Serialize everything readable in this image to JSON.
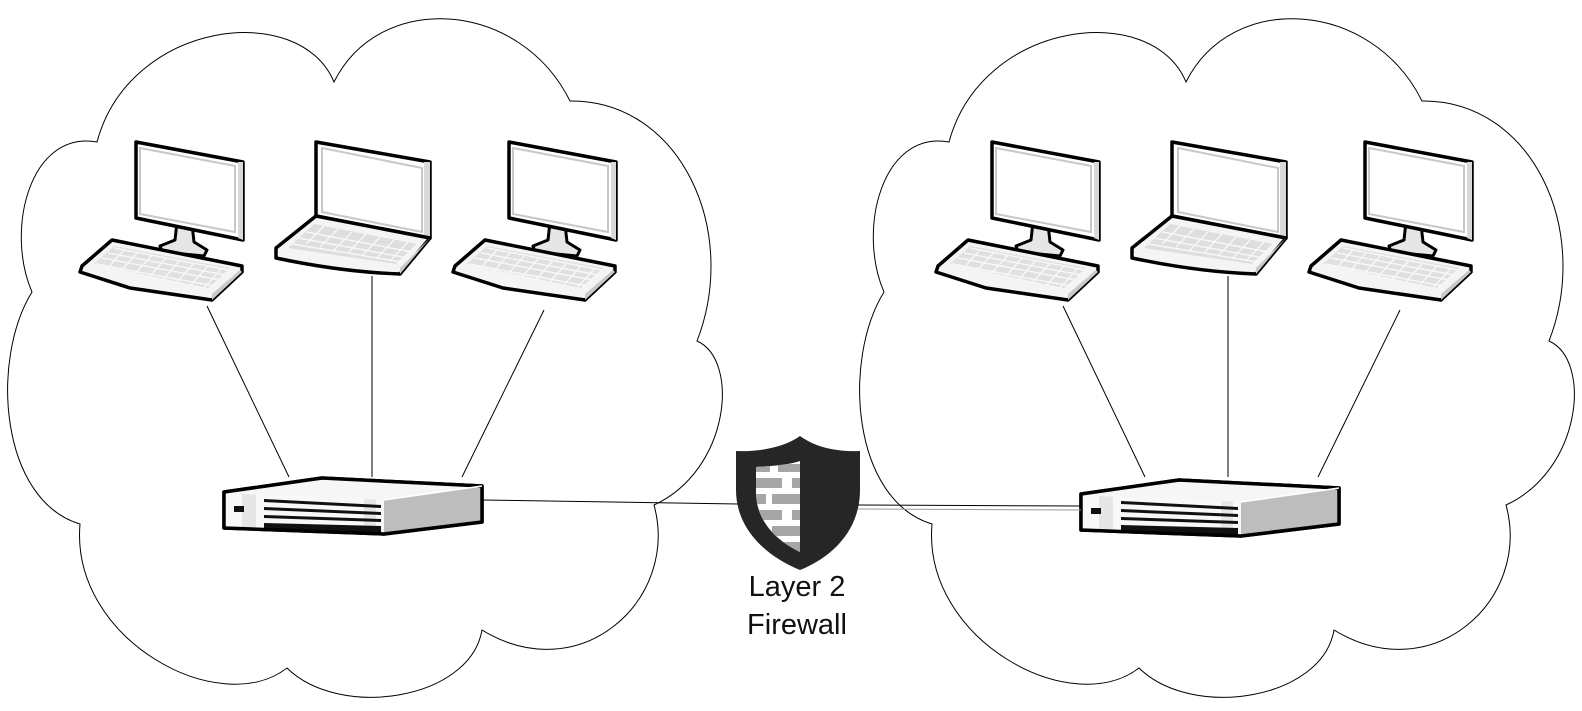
{
  "diagram": {
    "title": "Layer 2 Firewall between two LAN segments",
    "firewall": {
      "icon": "shield-brick-wall-icon",
      "label_line1": "Layer 2",
      "label_line2": "Firewall"
    },
    "networks": [
      {
        "name": "left-network",
        "shape": "cloud",
        "switch": "network-switch-icon",
        "devices": [
          "desktop-computer",
          "laptop",
          "desktop-computer"
        ]
      },
      {
        "name": "right-network",
        "shape": "cloud",
        "switch": "network-switch-icon",
        "devices": [
          "desktop-computer",
          "laptop",
          "desktop-computer"
        ]
      }
    ],
    "colors": {
      "shield": "#262626",
      "brick": "#a6a6a6",
      "device_face": "#f2f2f2",
      "device_side": "#bfbfbf",
      "outline": "#000000"
    }
  }
}
